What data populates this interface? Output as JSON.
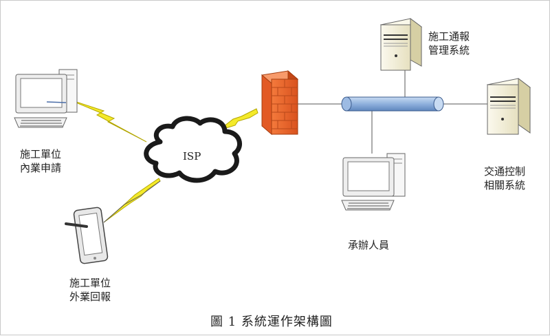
{
  "labels": {
    "office_apply": [
      "施工單位",
      "內業申請"
    ],
    "field_report": [
      "施工單位",
      "外業回報"
    ],
    "isp": "ISP",
    "mgmt_system": [
      "施工通報",
      "管理系統"
    ],
    "traffic_system": [
      "交通控制",
      "相關系統"
    ],
    "operator": "承辦人員"
  },
  "caption": "圖 1  系統運作架構圖",
  "colors": {
    "lightning": "#f4ea2a",
    "firewall": "#e8632b",
    "bus": "#8fb1dd",
    "server": "#f0ecd5"
  },
  "icons": [
    "desktop-computer-icon",
    "tablet-icon",
    "cloud-icon",
    "firewall-icon",
    "network-bus-icon",
    "server-icon",
    "lightning-icon"
  ]
}
